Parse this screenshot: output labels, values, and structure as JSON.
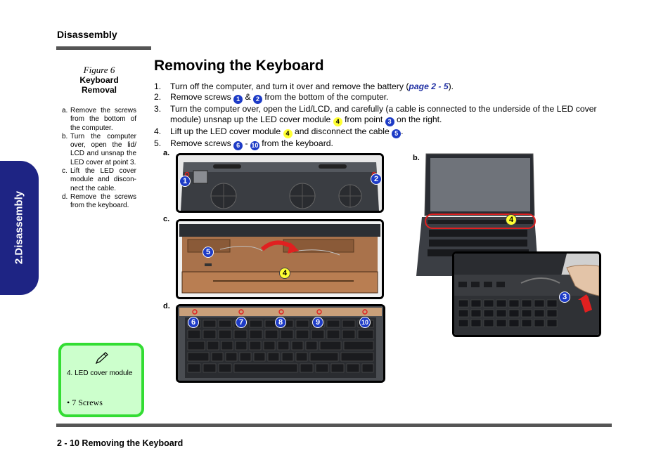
{
  "header": {
    "section": "Disassembly"
  },
  "side_tab": {
    "label": "2.Disassembly",
    "color": "#1e2484"
  },
  "figure": {
    "number": "Figure 6",
    "title_line1": "Keyboard",
    "title_line2": "Removal",
    "caption": [
      {
        "letter": "a.",
        "text": "Remove the screws from the bottom of the computer."
      },
      {
        "letter": "b.",
        "text": "Turn the computer over, open the lid/ LCD and unsnap the LED cover at point 3."
      },
      {
        "letter": "c.",
        "text": "Lift the LED cover module and discon-nect the cable."
      },
      {
        "letter": "d.",
        "text": "Remove the screws from the keyboard."
      }
    ]
  },
  "note": {
    "icon": "pencil-icon",
    "item1": "4.   LED cover module",
    "item2": "•   7 Screws",
    "bg_color": "#ccffcc",
    "border_color": "#33dd33"
  },
  "title": "Removing the Keyboard",
  "steps": {
    "s1": {
      "num": "1.",
      "before": "Turn off the computer, and turn it over and remove the battery (",
      "link": "page 2 - 5",
      "after": ")."
    },
    "s2": {
      "num": "2.",
      "t1": "Remove screws ",
      "c1": "1",
      "t2": " & ",
      "c2": "2",
      "t3": " from the bottom of the computer."
    },
    "s3": {
      "num": "3.",
      "t1": "Turn the computer over, open the Lid/LCD, and carefully (a cable is connected to the underside of the LED cover module) unsnap up the LED cover module ",
      "c1": "4",
      "t2": " from point ",
      "c2": "3",
      "t3": " on the right."
    },
    "s4": {
      "num": "4.",
      "t1": "Lift up the LED cover module ",
      "c1": "4",
      "t2": " and disconnect the cable ",
      "c2": "5",
      "t3": "."
    },
    "s5": {
      "num": "5.",
      "t1": "Remove screws ",
      "c1": "6",
      "t2": " - ",
      "c2": "10",
      "t3": " from the keyboard."
    }
  },
  "photos": {
    "a": {
      "label": "a.",
      "callouts": [
        "1",
        "2"
      ]
    },
    "b": {
      "label": "b.",
      "callouts": [
        "4",
        "3"
      ]
    },
    "c": {
      "label": "c.",
      "callouts": [
        "5",
        "4"
      ]
    },
    "d": {
      "label": "d.",
      "callouts": [
        "6",
        "7",
        "8",
        "9",
        "10"
      ]
    }
  },
  "footer": {
    "text": "2  -  10  Removing the Keyboard"
  },
  "colors": {
    "callout_blue": "#1d3bc6",
    "callout_yellow": "#ffff33",
    "link": "#1f2fa3",
    "highlight_red": "#e02020"
  }
}
